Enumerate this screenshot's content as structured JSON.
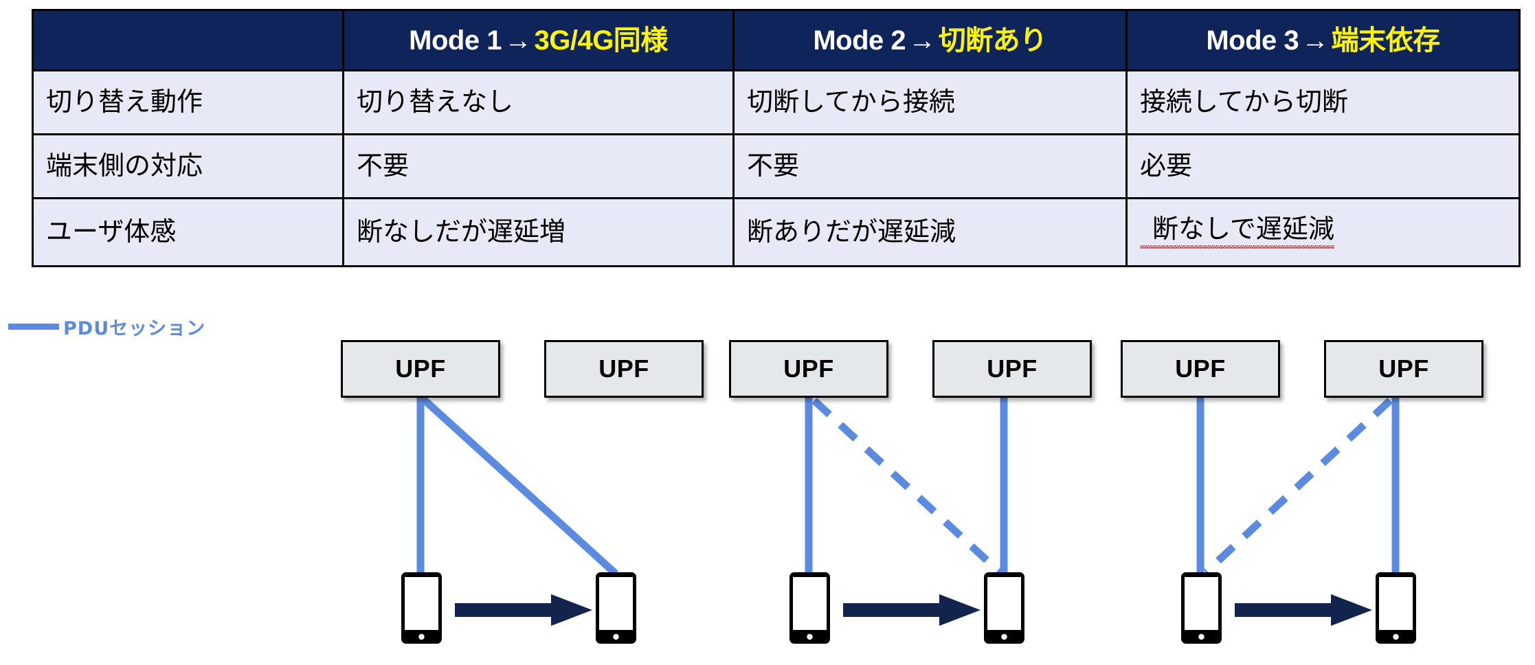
{
  "table": {
    "columns": [
      {
        "id": "row-label",
        "label": ""
      },
      {
        "id": "mode1",
        "mode": "Mode 1",
        "arrow": "→",
        "highlight": "3G/4G同様"
      },
      {
        "id": "mode2",
        "mode": "Mode 2",
        "arrow": "→",
        "highlight": "切断あり"
      },
      {
        "id": "mode3",
        "mode": "Mode 3",
        "arrow": "→",
        "highlight": "端末依存"
      }
    ],
    "rows": [
      {
        "label": "切り替え動作",
        "mode1": "切り替えなし",
        "mode2": "切断してから接続",
        "mode3": "接続してから切断"
      },
      {
        "label": "端末側の対応",
        "mode1": "不要",
        "mode2": "不要",
        "mode3": "必要"
      },
      {
        "label": "ユーザ体感",
        "mode1": "断なしだが遅延増",
        "mode2": "断ありだが遅延減",
        "mode3": "断なしで遅延減"
      }
    ]
  },
  "legend": {
    "label": "PDUセッション",
    "color": "#5B8BE0"
  },
  "colors": {
    "header_bg": "#10245C",
    "header_text": "#FFFFFF",
    "header_highlight": "#FFF500",
    "body_bg": "#E7EAF6",
    "body_text": "#000000",
    "border": "#000000",
    "pdu_link": "#5B8BE0",
    "move_arrow": "#12244E",
    "upf_box_bg": "#E5E8EA",
    "spellcheck_underline": "#E02020"
  },
  "diagrams": [
    {
      "id": "mode1",
      "upf_left_label": "UPF",
      "upf_right_label": "UPF",
      "links": [
        {
          "name": "solid-upf-left-to-phone-left",
          "style": "solid"
        },
        {
          "name": "solid-upf-left-to-phone-right",
          "style": "solid"
        }
      ],
      "move_arrow": "phone-left-to-phone-right"
    },
    {
      "id": "mode2",
      "upf_left_label": "UPF",
      "upf_right_label": "UPF",
      "links": [
        {
          "name": "solid-upf-left-to-phone-left",
          "style": "solid"
        },
        {
          "name": "solid-upf-right-to-phone-right",
          "style": "solid"
        },
        {
          "name": "dashed-upf-left-to-phone-right",
          "style": "dashed"
        }
      ],
      "move_arrow": "phone-left-to-phone-right"
    },
    {
      "id": "mode3",
      "upf_left_label": "UPF",
      "upf_right_label": "UPF",
      "links": [
        {
          "name": "solid-upf-left-to-phone-left",
          "style": "solid"
        },
        {
          "name": "solid-upf-right-to-phone-right",
          "style": "solid"
        },
        {
          "name": "dashed-upf-right-to-phone-left",
          "style": "dashed"
        }
      ],
      "move_arrow": "phone-left-to-phone-right"
    }
  ]
}
